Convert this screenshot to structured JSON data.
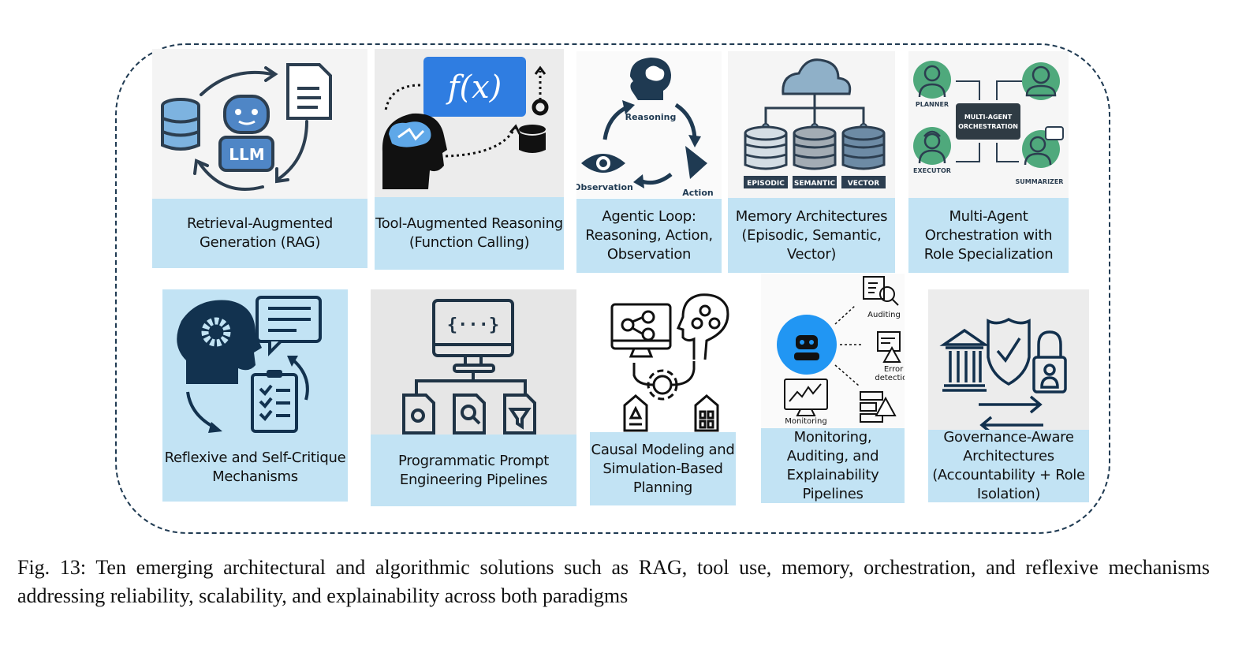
{
  "figure": {
    "cards": [
      {
        "id": "rag",
        "label": "Retrieval-Augmented Generation (RAG)",
        "icon_text": "LLM",
        "icon": "rag-cycle-icon"
      },
      {
        "id": "tool",
        "label": "Tool-Augmented Reasoning (Function Calling)",
        "icon_text": "f(x)",
        "icon": "function-call-icon"
      },
      {
        "id": "agentic",
        "label": "Agentic Loop: Reasoning, Action, Observation",
        "icon_labels": [
          "Reasoning",
          "Action",
          "Observation"
        ],
        "icon": "agentic-loop-icon"
      },
      {
        "id": "memory",
        "label": "Memory Architectures (Episodic, Semantic, Vector)",
        "icon_labels": [
          "EPISODIC",
          "SEMANTIC",
          "VECTOR"
        ],
        "icon": "memory-databases-icon"
      },
      {
        "id": "multiagent",
        "label": "Multi-Agent Orchestration with Role Specialization",
        "icon_labels": [
          "PLANNER",
          "EXECUTOR",
          "SUMMARIZER",
          "MULTI-AGENT",
          "ORCHESTRATION"
        ],
        "icon": "multi-agent-icon"
      },
      {
        "id": "reflexive",
        "label": "Reflexive and Self-Critique Mechanisms",
        "icon": "self-critique-icon"
      },
      {
        "id": "prompt",
        "label": "Programmatic Prompt Engineering Pipelines",
        "icon_text": "{···}",
        "icon": "prompt-pipeline-icon"
      },
      {
        "id": "causal",
        "label": "Causal Modeling and Simulation-Based Planning",
        "icon": "causal-planning-icon"
      },
      {
        "id": "monitoring",
        "label": "Monitoring, Auditing, and Explainability Pipelines",
        "icon_labels": [
          "Auditing",
          "Error",
          "detection",
          "Monitoring"
        ],
        "icon": "monitoring-icon"
      },
      {
        "id": "governance",
        "label": "Governance-Aware Architectures (Accountability + Role Isolation)",
        "icon": "governance-icon"
      }
    ]
  },
  "caption": "Fig. 13: Ten emerging architectural and algorithmic solutions such as RAG, tool use, memory, orchestration, and reflexive mechanisms addressing reliability, scalability, and explainability across both paradigms",
  "colors": {
    "label_bg": "#c2e3f4",
    "navy": "#1f3a52",
    "accent_blue": "#2f7de1",
    "green": "#4fa97c"
  }
}
